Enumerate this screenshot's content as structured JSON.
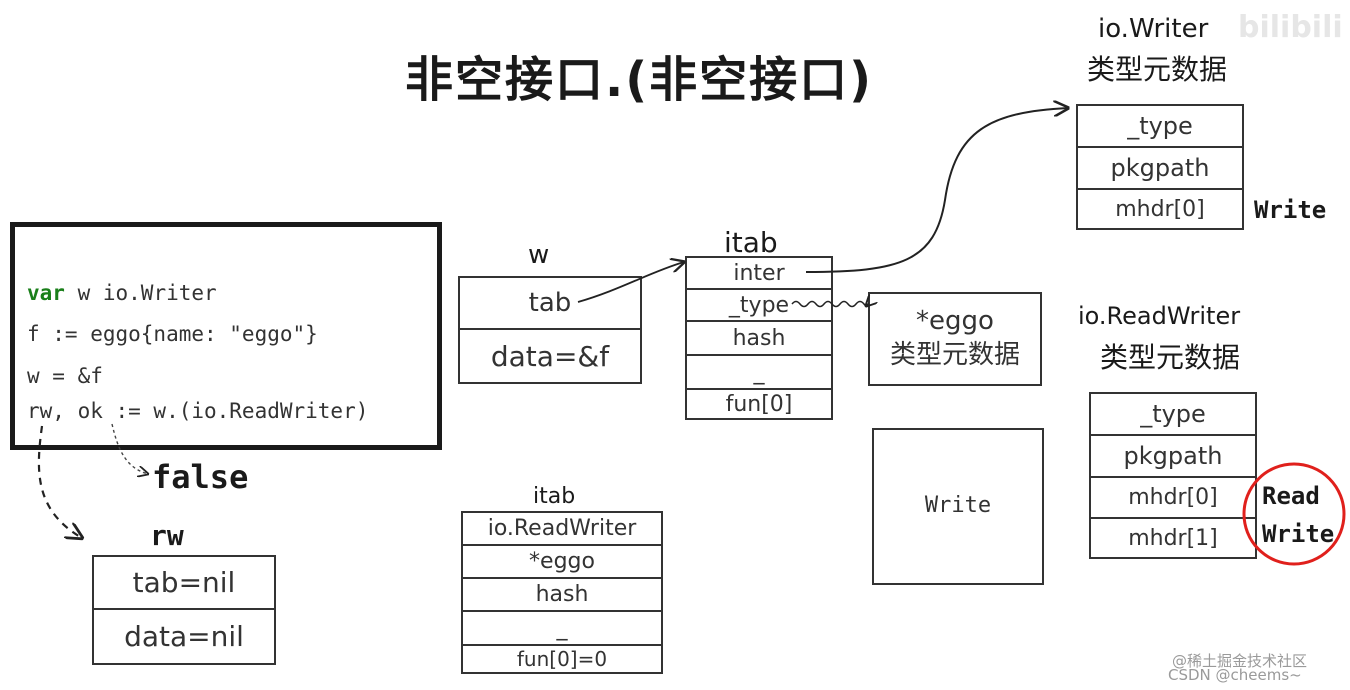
{
  "title": "非空接口.(非空接口)",
  "code": {
    "line1_kw": "var",
    "line1_rest": " w io.Writer",
    "line2": "f := eggo{name: \"eggo\"}",
    "line3": "w = &f",
    "line4": "rw, ok := w.(io.ReadWriter)"
  },
  "false_label": "false",
  "w": {
    "label": "w",
    "rows": [
      "tab",
      "data=&f"
    ]
  },
  "rw": {
    "label": "rw",
    "rows": [
      "tab=nil",
      "data=nil"
    ]
  },
  "itab1": {
    "label": "itab",
    "rows": [
      "inter",
      "_type",
      "hash",
      "_",
      "fun[0]"
    ]
  },
  "itab2": {
    "label": "itab",
    "rows": [
      "io.ReadWriter",
      "*eggo",
      "hash",
      "_",
      "fun[0]=0"
    ]
  },
  "eggo_meta": {
    "line1": "*eggo",
    "line2": "类型元数据"
  },
  "write_box": {
    "label": "Write"
  },
  "io_writer": {
    "title1": "io.Writer",
    "title2": "类型元数据",
    "rows": [
      "_type",
      "pkgpath",
      "mhdr[0]"
    ],
    "method": "Write"
  },
  "io_readwriter": {
    "title1": "io.ReadWriter",
    "title2": "类型元数据",
    "rows": [
      "_type",
      "pkgpath",
      "mhdr[0]",
      "mhdr[1]"
    ],
    "methods": [
      "Read",
      "Write"
    ]
  },
  "watermark": {
    "top": "bilibili",
    "bottom1": "@稀土掘金技术社区",
    "bottom2": "CSDN @cheems~"
  },
  "colors": {
    "keyword": "#1a7f1a",
    "highlight_circle": "#e0201c"
  }
}
